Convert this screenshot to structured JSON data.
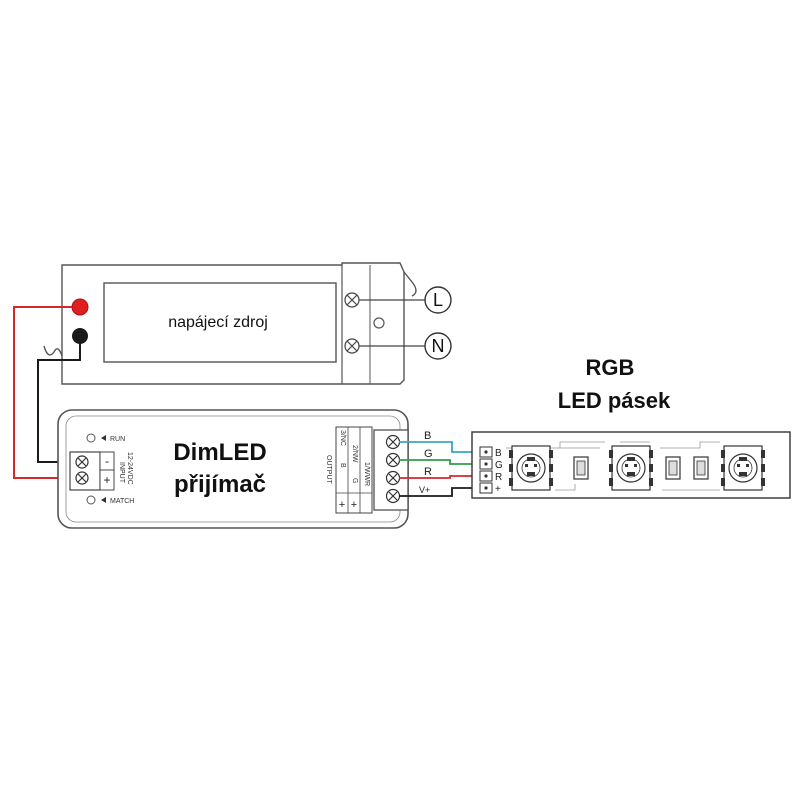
{
  "power_supply": {
    "label": "napájecí zdroj",
    "terminals": {
      "live": "L",
      "neutral": "N"
    },
    "colors": {
      "positive": "#e02020",
      "negative": "#1a1a1a"
    }
  },
  "receiver": {
    "title_line1": "DimLED",
    "title_line2": "přijímač",
    "indicator_run": "RUN",
    "indicator_match": "MATCH",
    "input_label": "INPUT",
    "input_voltage": "12-24VDC",
    "input_minus": "-",
    "input_plus": "+",
    "output_label": "OUTPUT",
    "output_channels": [
      "1/WW",
      "2/NW",
      "3/NC"
    ],
    "output_colors": [
      "R",
      "G",
      "B"
    ],
    "output_plus": "+"
  },
  "wiring": {
    "labels": [
      "B",
      "G",
      "R",
      "V+"
    ],
    "colors": {
      "B": "#3aa6c8",
      "G": "#2e9d4a",
      "R": "#d22a2a",
      "V+": "#1a1a1a"
    }
  },
  "led_strip": {
    "title_line1": "RGB",
    "title_line2": "LED pásek",
    "pads": [
      "B",
      "G",
      "R",
      "+"
    ]
  }
}
